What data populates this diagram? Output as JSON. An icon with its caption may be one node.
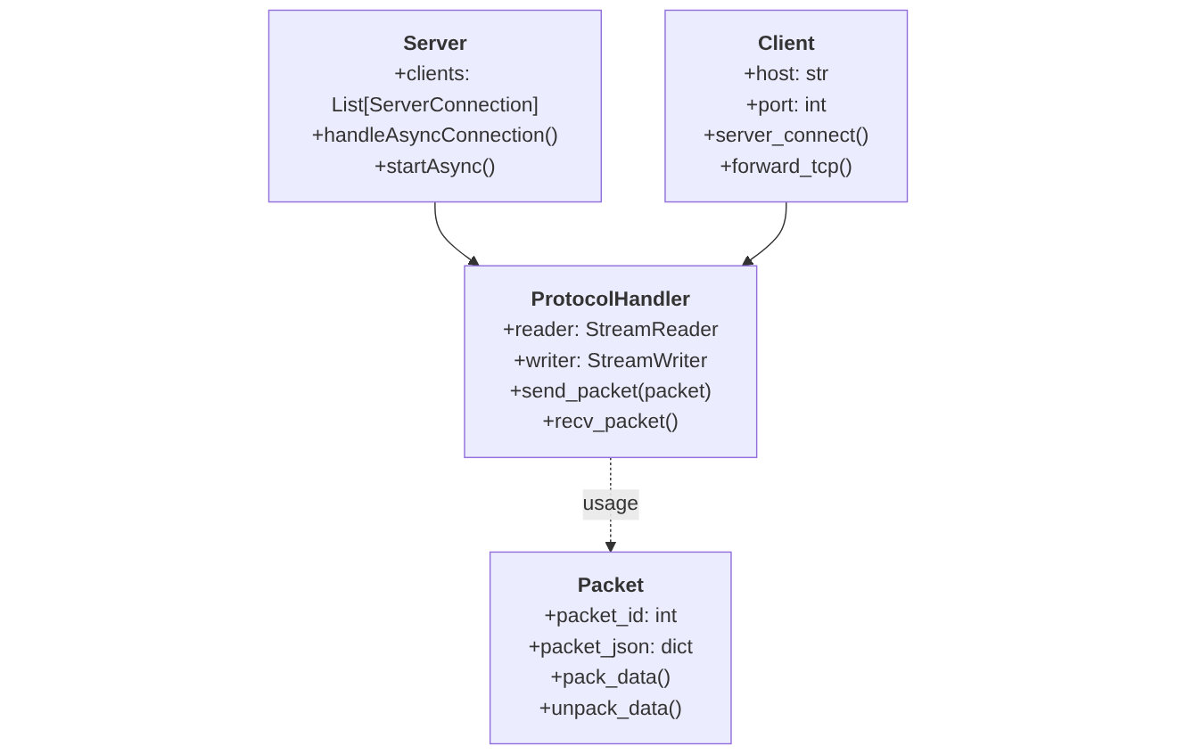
{
  "diagram": {
    "nodes": [
      {
        "text": [
          "ProtocolHandler",
          "+reader: StreamReader",
          "+writer: StreamWriter",
          "+send_packet(packet)",
          "+recv_packet()"
        ]
      },
      {
        "text": [
          "Server",
          "+clients: List[ServerConnection]",
          "+handleAsyncConnection()",
          "+startAsync()"
        ]
      },
      {
        "text": [
          "Client",
          "+host: str",
          "+port: int",
          "+server_connect()",
          "+forward_tcp()"
        ]
      },
      {
        "text": [
          "Packet",
          "+packet_id: int",
          "+packet_json: dict",
          "+pack_data()",
          "+unpack_data()"
        ]
      }
    ],
    "edges": [
      {
        "from": 1,
        "to": 0,
        "arrow": "to"
      },
      {
        "from": 2,
        "to": 0,
        "arrow": "to"
      },
      {
        "from": 0,
        "to": 3,
        "arrow": "to",
        "label": "usage",
        "style": "dashed"
      }
    ]
  }
}
